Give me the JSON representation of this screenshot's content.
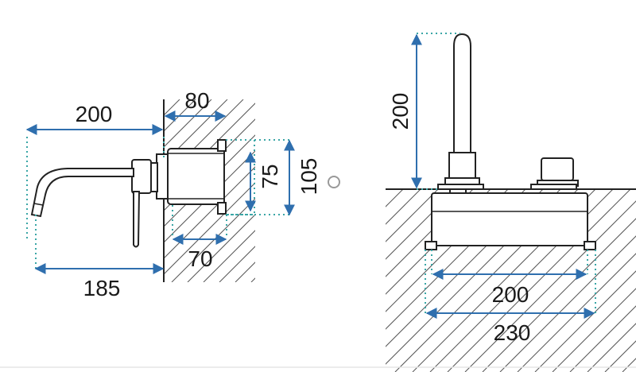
{
  "side_view": {
    "dims": {
      "total_reach": "200",
      "wall_box_depth": "80",
      "spout_length": "185",
      "box_inner_depth": "70",
      "box_inner_height": "75",
      "box_outer_height": "105"
    }
  },
  "front_view": {
    "dims": {
      "spout_height": "200",
      "box_inner_width": "200",
      "box_outer_width": "230"
    }
  },
  "colors": {
    "dimension_line": "#2f6fae",
    "extension_line": "#3aa6a6",
    "outline": "#222222"
  }
}
